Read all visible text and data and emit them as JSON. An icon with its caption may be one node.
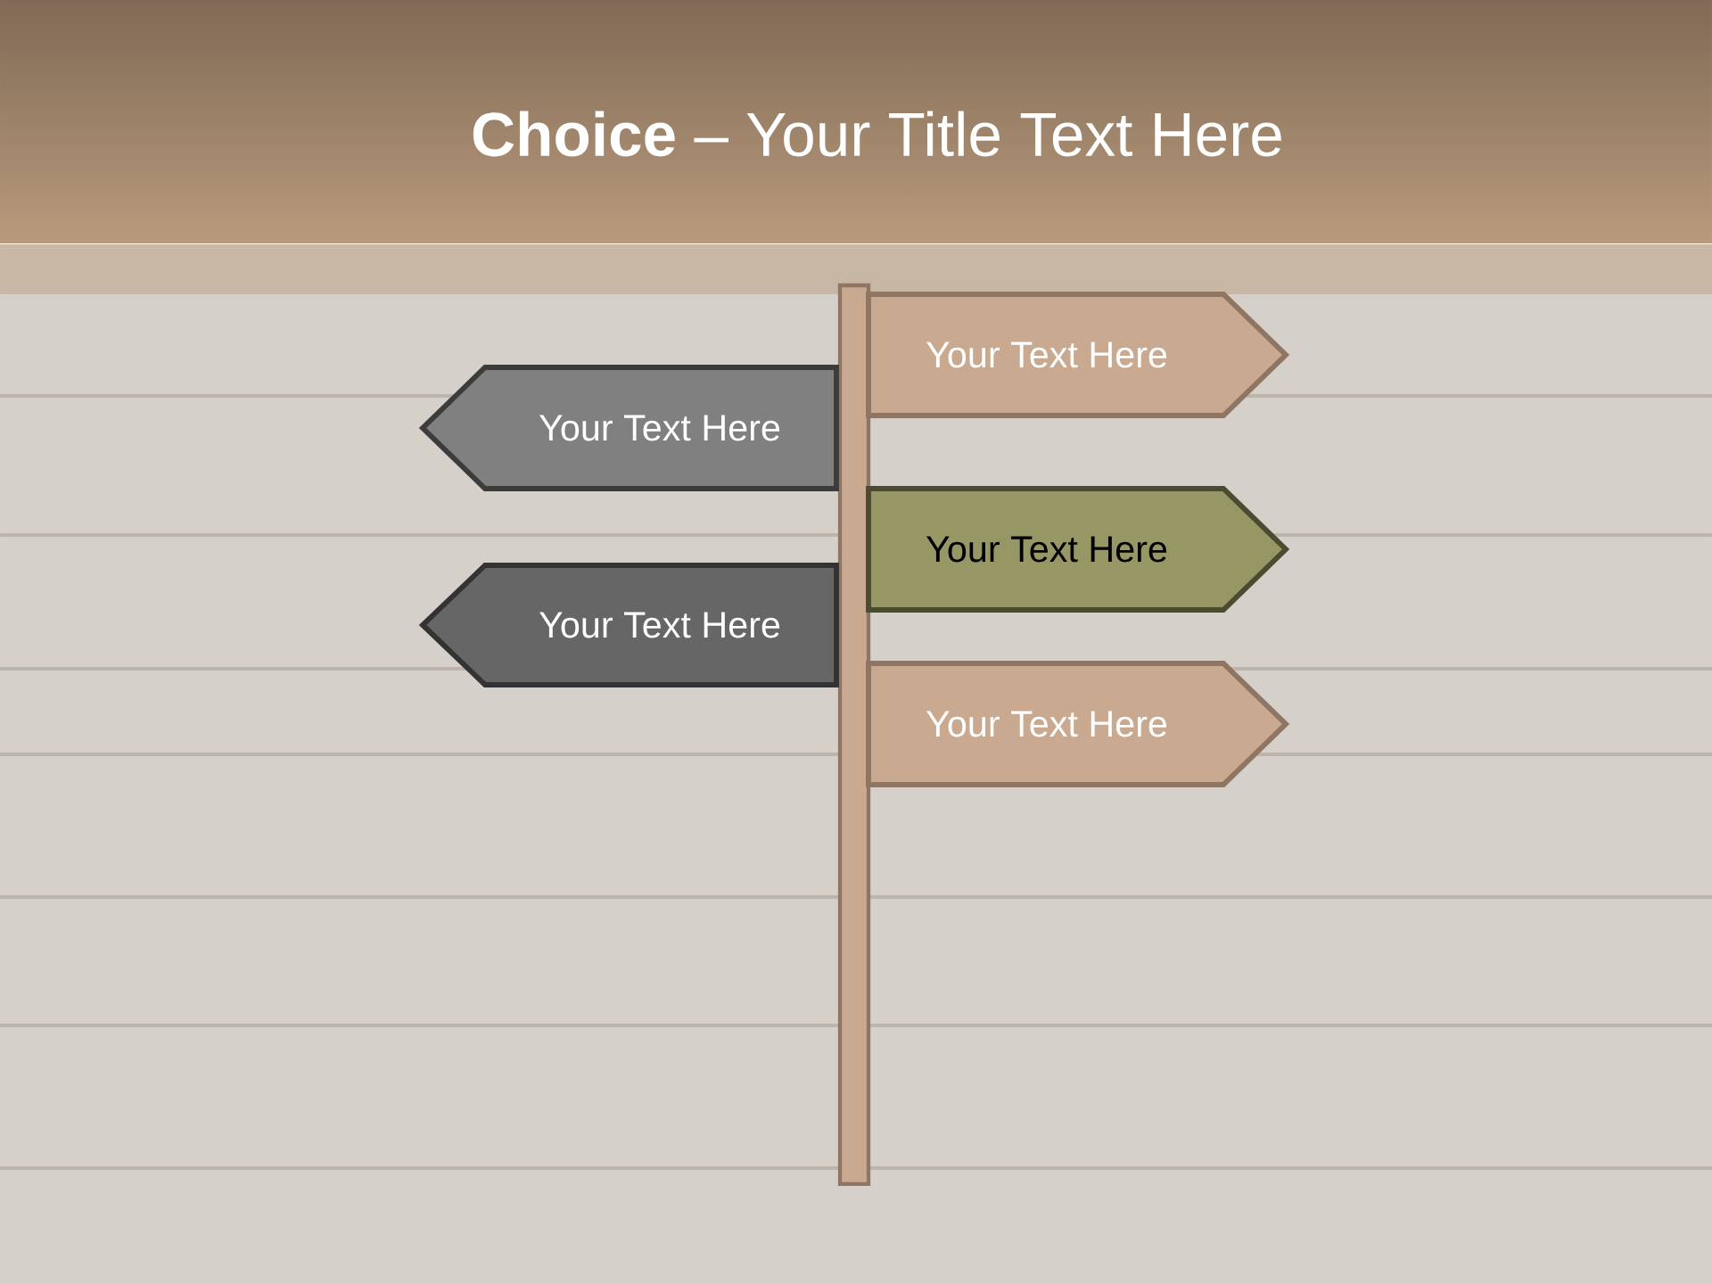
{
  "diagram": {
    "title": "**Choice** – Your Title Text Here",
    "nodes": [
      {
        "text": [],
        "shape": "bar"
      },
      {
        "text": [
          "Your Text Here"
        ]
      },
      {
        "text": [
          "Your Text Here"
        ]
      },
      {
        "text": [
          "Your Text Here"
        ]
      },
      {
        "text": [
          "Your Text Here"
        ]
      },
      {
        "text": [
          "Your Text Here"
        ]
      }
    ]
  }
}
